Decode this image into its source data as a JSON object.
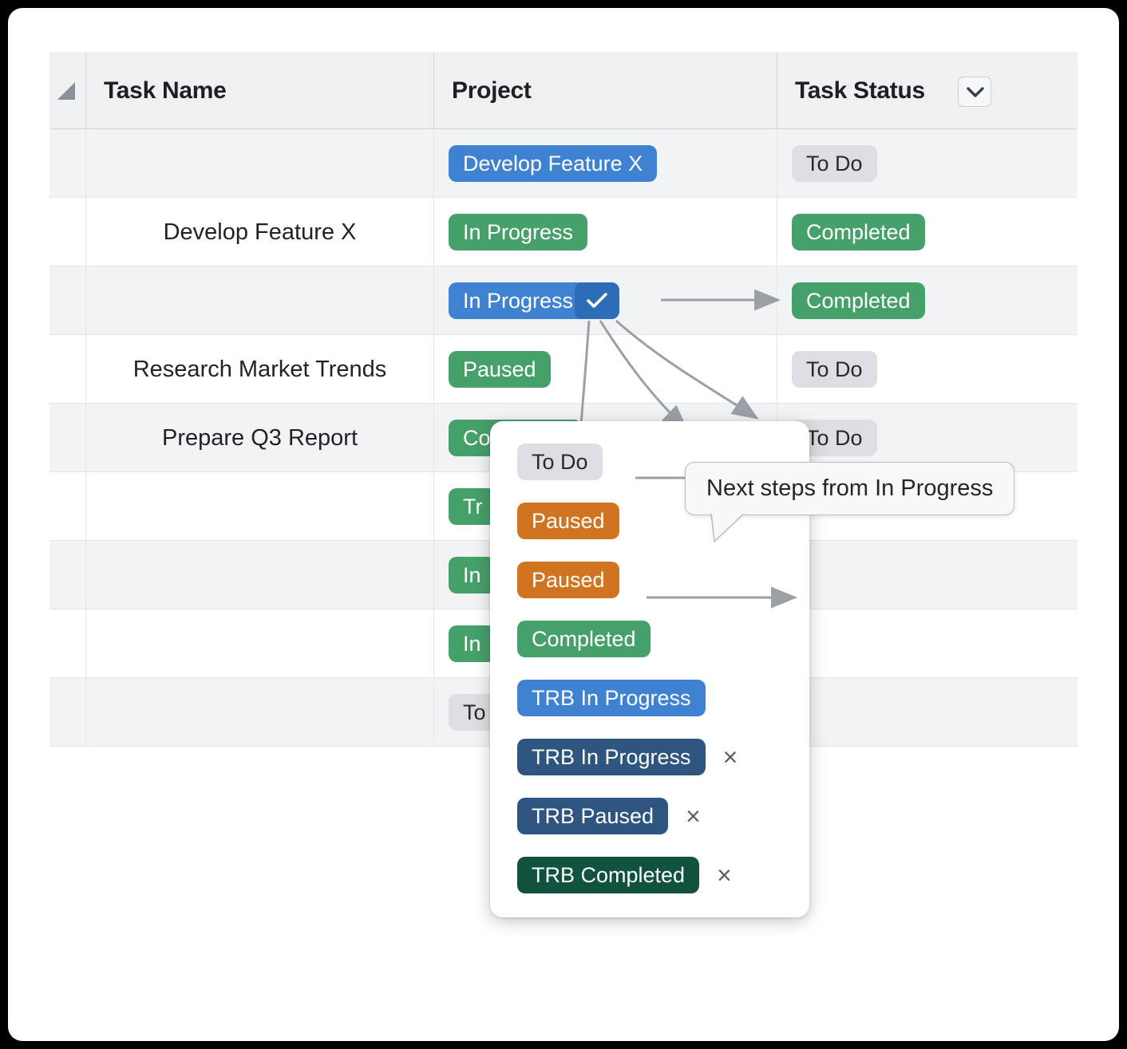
{
  "table": {
    "columns": [
      {
        "key": "select",
        "label": ""
      },
      {
        "key": "task_name",
        "label": "Task Name"
      },
      {
        "key": "project",
        "label": "Project"
      },
      {
        "key": "task_status",
        "label": "Task Status"
      }
    ],
    "status_filter_icon": "chevron-down-icon",
    "corner_sort_icon": "sort-triangle-icon",
    "rows": [
      {
        "task_name": "",
        "project": {
          "text": "Develop Feature X",
          "color": "blue",
          "checked": false
        },
        "status": {
          "text": "To Do",
          "color": "gray"
        }
      },
      {
        "task_name": "Develop Feature X",
        "project": {
          "text": "In Progress",
          "color": "green",
          "checked": false
        },
        "status": {
          "text": "Completed",
          "color": "green"
        }
      },
      {
        "task_name": "",
        "project": {
          "text": "In Progress",
          "color": "blue",
          "checked": true
        },
        "status": {
          "text": "Completed",
          "color": "green"
        }
      },
      {
        "task_name": "Research Market Trends",
        "project": {
          "text": "Paused",
          "color": "green",
          "checked": false
        },
        "status": {
          "text": "To Do",
          "color": "gray"
        }
      },
      {
        "task_name": "Prepare Q3 Report",
        "project": {
          "text": "Completed",
          "color": "green",
          "checked": false
        },
        "status": {
          "text": "To Do",
          "color": "gray"
        }
      },
      {
        "task_name": "",
        "project": {
          "text": "Tr",
          "color": "green",
          "checked": false
        },
        "status": {
          "text": "",
          "color": "none"
        }
      },
      {
        "task_name": "",
        "project": {
          "text": "In",
          "color": "green",
          "checked": false
        },
        "status": {
          "text": "",
          "color": "none"
        }
      },
      {
        "task_name": "",
        "project": {
          "text": "In",
          "color": "green",
          "checked": false
        },
        "status": {
          "text": "",
          "color": "none"
        }
      },
      {
        "task_name": "",
        "project": {
          "text": "To",
          "color": "gray",
          "checked": false
        },
        "status": {
          "text": "",
          "color": "none"
        }
      }
    ]
  },
  "popup": {
    "items": [
      {
        "text": "To Do",
        "color": "gray",
        "removable": false
      },
      {
        "text": "Paused",
        "color": "orange",
        "removable": false
      },
      {
        "text": "Paused",
        "color": "orange",
        "removable": false
      },
      {
        "text": "Completed",
        "color": "green",
        "removable": false
      },
      {
        "text": "TRB In Progress",
        "color": "ltblue",
        "removable": false
      },
      {
        "text": "TRB In Progress",
        "color": "navy",
        "removable": true,
        "remove_icon": "close-x-icon"
      },
      {
        "text": "TRB Paused",
        "color": "navy",
        "removable": true,
        "remove_icon": "close-x-icon"
      },
      {
        "text": "TRB Completed",
        "color": "dkgreen",
        "removable": true,
        "remove_icon": "close-x-icon"
      }
    ]
  },
  "tooltip": {
    "text": "Next steps from In Progress"
  },
  "colors": {
    "blue": "#3f82d2",
    "green": "#46a06a",
    "gray": "#dcdee1",
    "orange": "#d1741f",
    "navy": "#2d5580",
    "dark_green": "#11523f",
    "check_badge": "#2d6cb6",
    "header_bg": "#eef0f2",
    "row_alt_bg": "#f2f3f5",
    "arrow": "#9ba0a6"
  }
}
